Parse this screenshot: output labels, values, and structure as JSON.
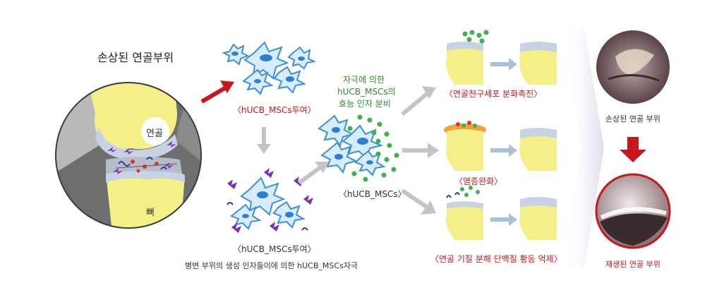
{
  "left": {
    "title": "손상된 연골부위",
    "cartilage_label": "연골",
    "bone_label": "뼈"
  },
  "middle": {
    "top_caption": "〈hUCB_MSCs투여〉",
    "bottom_caption": "〈hUCB_MSCs투여〉",
    "bottom_note": "병변 부위의 생성 인자들이에 의한 hUCB_MSCs자극"
  },
  "center": {
    "stimulus_text": [
      "자극에 의한",
      "hUCB_MSCs의",
      "효능 인자 분비"
    ],
    "cluster_caption": "〈hUCB_MSCs〉"
  },
  "effects": [
    {
      "label": "〈연골천구세포 분화촉진〉"
    },
    {
      "label": "〈염증완화〉"
    },
    {
      "label": "〈연골 기질 분해 단백질 황동 억제〉"
    }
  ],
  "right": {
    "damaged_label": "손상된 연골 부위",
    "regenerated_label": "재생된 연골 부위"
  },
  "colors": {
    "accent_red": "#c8161d",
    "green_text": "#2f8a2e",
    "bone_yellow": "#f5ef8a",
    "cartilage_blue": "#c7d2e4",
    "cell_blue": "#3c8fd8",
    "factor_green": "#3cb44b",
    "arrow_gray": "#c4c4c4"
  }
}
